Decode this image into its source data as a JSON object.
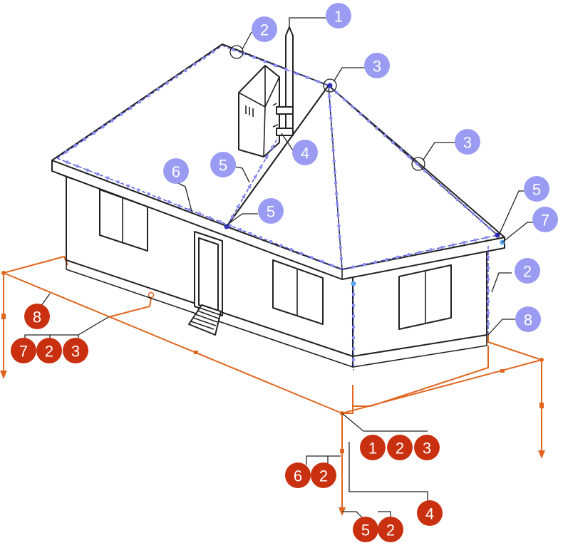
{
  "colors": {
    "blue_badge": "#9a9cf4",
    "red_badge": "#c9300f",
    "conductor_blue": "#4e50e0",
    "ground_orange": "#e0661f",
    "outline": "#222222"
  },
  "blue_labels": [
    "1",
    "2",
    "3",
    "3",
    "4",
    "5",
    "5",
    "5",
    "6",
    "7",
    "2",
    "8"
  ],
  "red_labels": [
    "8",
    "7",
    "2",
    "3",
    "1",
    "2",
    "3",
    "6",
    "2",
    "4",
    "5",
    "2"
  ]
}
